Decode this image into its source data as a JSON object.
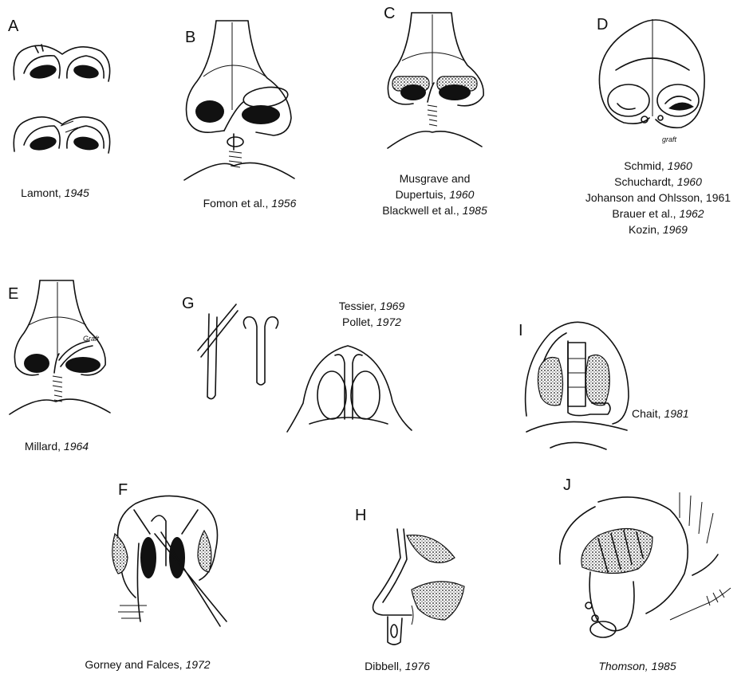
{
  "panels": [
    {
      "id": "A",
      "letter": "A",
      "caption": [
        {
          "name": "Lamont,",
          "year": "1945"
        }
      ]
    },
    {
      "id": "B",
      "letter": "B",
      "caption": [
        {
          "name": "Fomon et al.,",
          "year": "1956"
        }
      ]
    },
    {
      "id": "C",
      "letter": "C",
      "caption": [
        {
          "name": "Musgrave and",
          "year": ""
        },
        {
          "name": "Dupertuis,",
          "year": "1960"
        },
        {
          "name": "Blackwell et al.,",
          "year": "1985"
        }
      ]
    },
    {
      "id": "D",
      "letter": "D",
      "caption": [
        {
          "name": "Schmid,",
          "year": "1960"
        },
        {
          "name": "Schuchardt,",
          "year": "1960"
        },
        {
          "name": "Johanson and Ohlsson,",
          "year": "1961"
        },
        {
          "name": "Brauer et al.,",
          "year": "1962"
        },
        {
          "name": "Kozin,",
          "year": "1969"
        }
      ]
    },
    {
      "id": "E",
      "letter": "E",
      "caption": [
        {
          "name": "Millard,",
          "year": "1964"
        }
      ]
    },
    {
      "id": "G",
      "letter": "G",
      "caption": [
        {
          "name": "Tessier,",
          "year": "1969"
        },
        {
          "name": "Pollet,",
          "year": "1972"
        }
      ]
    },
    {
      "id": "I",
      "letter": "I",
      "caption": [
        {
          "name": "Chait,",
          "year": "1981"
        }
      ]
    },
    {
      "id": "F",
      "letter": "F",
      "caption": [
        {
          "name": "Gorney and Falces,",
          "year": "1972"
        }
      ]
    },
    {
      "id": "H",
      "letter": "H",
      "caption": [
        {
          "name": "Dibbell,",
          "year": "1976"
        }
      ]
    },
    {
      "id": "J",
      "letter": "J",
      "caption": [
        {
          "name": "Thomson,",
          "year": "1985"
        }
      ]
    }
  ],
  "inline_labels": {
    "d_graft": "graft",
    "e_graft": "Graft"
  }
}
